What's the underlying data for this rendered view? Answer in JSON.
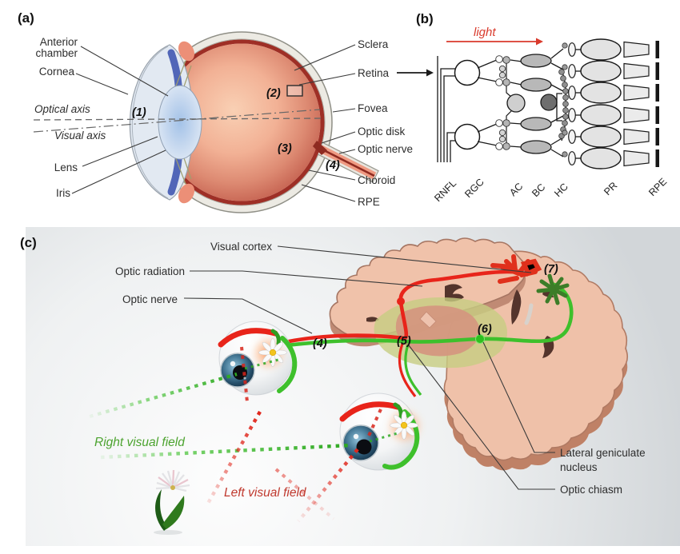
{
  "panel_a": {
    "letter": "(a)",
    "labels_left": {
      "anterior_line1": "Anterior",
      "anterior_line2": "chamber",
      "cornea": "Cornea",
      "optical_axis": "Optical axis",
      "visual_axis": "Visual axis",
      "lens": "Lens",
      "iris": "Iris"
    },
    "labels_right": {
      "sclera": "Sclera",
      "retina": "Retina",
      "fovea": "Fovea",
      "optic_disk": "Optic disk",
      "optic_nerve": "Optic nerve",
      "choroid": "Choroid",
      "rpe": "RPE"
    },
    "markers": {
      "m1": "(1)",
      "m2": "(2)",
      "m3": "(3)",
      "m4": "(4)"
    }
  },
  "panel_b": {
    "letter": "(b)",
    "light_label": "light",
    "layers": [
      "RNFL",
      "RGC",
      "AC",
      "BC",
      "HC",
      "PR",
      "RPE"
    ]
  },
  "panel_c": {
    "letter": "(c)",
    "labels": {
      "visual_cortex": "Visual cortex",
      "optic_radiation": "Optic radiation",
      "optic_nerve": "Optic nerve",
      "lgn_line1": "Lateral geniculate",
      "lgn_line2": "nucleus",
      "optic_chiasm": "Optic chiasm",
      "right_visual_field": "Right visual field",
      "left_visual_field": "Left visual field"
    },
    "markers": {
      "m4": "(4)",
      "m5": "(5)",
      "m6": "(6)",
      "m7": "(7)"
    }
  },
  "colors": {
    "pathway_red": "#e8241a",
    "pathway_green": "#3ec02c",
    "cortex_green": "#3c7d28",
    "field_green_text": "#4ca32f",
    "field_red_text": "#c0392e",
    "brain_surface": "#f0c2aa",
    "lgn_olive": "#c7cd82",
    "light_arrow_red": "#d93a2c"
  }
}
